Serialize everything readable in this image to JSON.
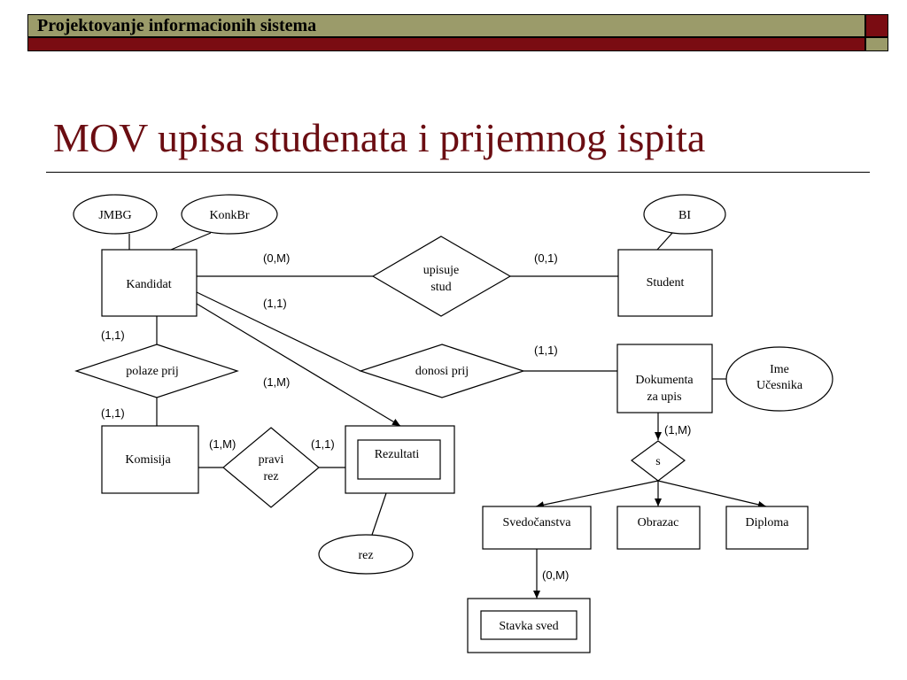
{
  "header": {
    "title": "Projektovanje informacionih sistema"
  },
  "slide": {
    "title": "MOV upisa studenata i prijemnog ispita"
  },
  "entities": {
    "kandidat": "Kandidat",
    "student": "Student",
    "komisija": "Komisija",
    "rezultati": "Rezultati",
    "dokumenta_line1": "Dokumenta",
    "dokumenta_line2": "za upis",
    "svedocanstva": "Svedočanstva",
    "obrazac": "Obrazac",
    "diploma": "Diploma",
    "stavka_sved": "Stavka sved"
  },
  "attributes": {
    "jmbg": "JMBG",
    "konkbr": "KonkBr",
    "bi": "BI",
    "ime_line1": "Ime",
    "ime_line2": "Učesnika",
    "rez": "rez"
  },
  "relationships": {
    "upisuje_line1": "upisuje",
    "upisuje_line2": "stud",
    "polaze_prij": "polaze prij",
    "donosi_prij": "donosi prij",
    "pravi_line1": "pravi",
    "pravi_line2": "rez",
    "s": "s"
  },
  "cardinalities": {
    "kandidat_upisuje": "(0,M)",
    "upisuje_student": "(0,1)",
    "kandidat_donosi": "(1,1)",
    "kandidat_polaze": "(1,1)",
    "polaze_komisija": "(1,1)",
    "kandidat_rezultati": "(1,M)",
    "donosi_dokumenta": "(1,1)",
    "komisija_pravi": "(1,M)",
    "pravi_rezultati": "(1,1)",
    "dokumenta_s": "(1,M)",
    "svedocanstva_stavka": "(0,M)"
  }
}
